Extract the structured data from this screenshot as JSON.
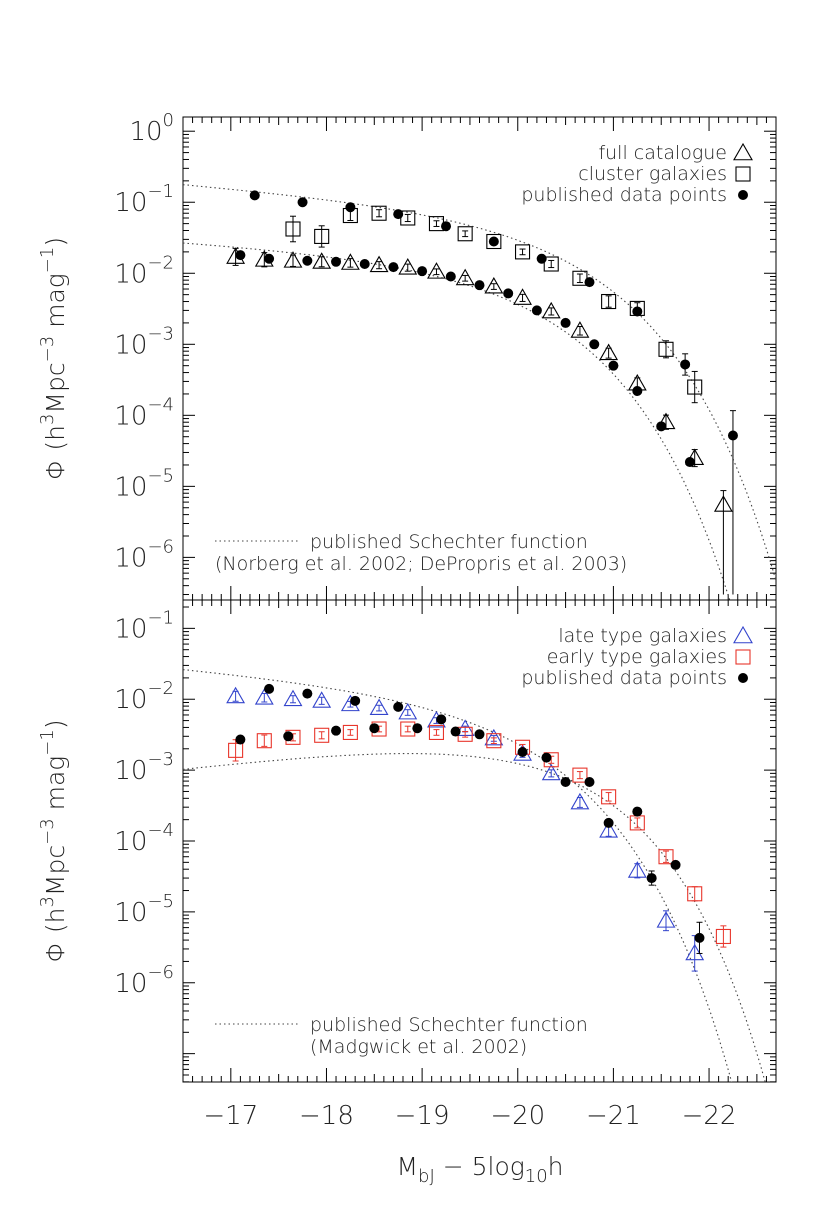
{
  "colors": {
    "axes": "#000000",
    "text": "#222222",
    "published_points": "#000000",
    "late_type": "#3344cc",
    "early_type": "#e8352b",
    "schechter": "#444444"
  },
  "xaxis": {
    "label_parts": [
      "M",
      "bJ",
      " − 5log",
      "10",
      "h"
    ],
    "ticks": [
      {
        "value": -17,
        "label": "−17"
      },
      {
        "value": -18,
        "label": "−18"
      },
      {
        "value": -19,
        "label": "−19"
      },
      {
        "value": -20,
        "label": "−20"
      },
      {
        "value": -21,
        "label": "−21"
      },
      {
        "value": -22,
        "label": "−22"
      }
    ]
  },
  "chart_data": [
    {
      "type": "scatter",
      "panel": "top",
      "xlim": [
        -16.5,
        -22.7
      ],
      "ylim_log10": [
        -6.6,
        0.2
      ],
      "log_y": true,
      "ylabel_parts": [
        "Φ (h",
        "3",
        "Mpc",
        "−3",
        " mag",
        "−1",
        ")"
      ],
      "yticks": [
        {
          "exp": 0,
          "base": "10",
          "sup": "0"
        },
        {
          "exp": -1,
          "base": "10",
          "sup": "−1"
        },
        {
          "exp": -2,
          "base": "10",
          "sup": "−2"
        },
        {
          "exp": -3,
          "base": "10",
          "sup": "−3"
        },
        {
          "exp": -4,
          "base": "10",
          "sup": "−4"
        },
        {
          "exp": -5,
          "base": "10",
          "sup": "−5"
        },
        {
          "exp": -6,
          "base": "10",
          "sup": "−6"
        }
      ],
      "legend": {
        "placement": "top-right",
        "entries": [
          {
            "label": "full catalogue",
            "marker": "triangle"
          },
          {
            "label": "cluster galaxies",
            "marker": "square"
          },
          {
            "label": "published data points",
            "marker": "dot"
          }
        ]
      },
      "note": {
        "placement": "bottom-left",
        "lines": [
          "published Schechter function",
          "(Norberg et al. 2002; DePropris et al. 2003)"
        ]
      },
      "series": [
        {
          "name": "full catalogue",
          "marker": "triangle",
          "color": "#000000",
          "points": [
            {
              "x": -17.05,
              "y": 0.017,
              "err": 0.12
            },
            {
              "x": -17.35,
              "y": 0.0155,
              "err": 0.1
            },
            {
              "x": -17.65,
              "y": 0.015,
              "err": 0.08
            },
            {
              "x": -17.95,
              "y": 0.0145,
              "err": 0.07
            },
            {
              "x": -18.25,
              "y": 0.014,
              "err": 0.06
            },
            {
              "x": -18.55,
              "y": 0.013,
              "err": 0.05
            },
            {
              "x": -18.85,
              "y": 0.012,
              "err": 0.05
            },
            {
              "x": -19.15,
              "y": 0.0105,
              "err": 0.04
            },
            {
              "x": -19.45,
              "y": 0.0085,
              "err": 0.04
            },
            {
              "x": -19.75,
              "y": 0.0065,
              "err": 0.04
            },
            {
              "x": -20.05,
              "y": 0.0045,
              "err": 0.05
            },
            {
              "x": -20.35,
              "y": 0.0029,
              "err": 0.05
            },
            {
              "x": -20.65,
              "y": 0.00155,
              "err": 0.06
            },
            {
              "x": -20.95,
              "y": 0.00075,
              "err": 0.07
            },
            {
              "x": -21.25,
              "y": 0.00028,
              "err": 0.08
            },
            {
              "x": -21.55,
              "y": 8e-05,
              "err": 0.1
            },
            {
              "x": -21.85,
              "y": 2.5e-05,
              "err": 0.12
            },
            {
              "x": -22.15,
              "y": 5.5e-06,
              "err": 0.2,
              "errlow_to": 3e-07
            }
          ]
        },
        {
          "name": "cluster galaxies",
          "marker": "square",
          "color": "#000000",
          "points": [
            {
              "x": -17.65,
              "y": 0.042,
              "err": 0.18
            },
            {
              "x": -17.95,
              "y": 0.033,
              "err": 0.15
            },
            {
              "x": -18.25,
              "y": 0.065,
              "err": 0.07
            },
            {
              "x": -18.55,
              "y": 0.07,
              "err": 0.05
            },
            {
              "x": -18.85,
              "y": 0.06,
              "err": 0.05
            },
            {
              "x": -19.15,
              "y": 0.05,
              "err": 0.04
            },
            {
              "x": -19.45,
              "y": 0.036,
              "err": 0.04
            },
            {
              "x": -19.75,
              "y": 0.028,
              "err": 0.04
            },
            {
              "x": -20.05,
              "y": 0.02,
              "err": 0.04
            },
            {
              "x": -20.35,
              "y": 0.0135,
              "err": 0.05
            },
            {
              "x": -20.65,
              "y": 0.0085,
              "err": 0.06
            },
            {
              "x": -20.95,
              "y": 0.004,
              "err": 0.08
            },
            {
              "x": -21.25,
              "y": 0.0032,
              "err": 0.08
            },
            {
              "x": -21.55,
              "y": 0.00085,
              "err": 0.12
            },
            {
              "x": -21.85,
              "y": 0.00025,
              "err": 0.22
            }
          ]
        },
        {
          "name": "published data points",
          "marker": "dot",
          "color": "#000000",
          "points": [
            {
              "x": -17.25,
              "y": 0.125
            },
            {
              "x": -17.75,
              "y": 0.1
            },
            {
              "x": -18.25,
              "y": 0.085
            },
            {
              "x": -18.75,
              "y": 0.068
            },
            {
              "x": -19.25,
              "y": 0.046
            },
            {
              "x": -19.75,
              "y": 0.028
            },
            {
              "x": -20.25,
              "y": 0.016
            },
            {
              "x": -20.75,
              "y": 0.0075
            },
            {
              "x": -21.25,
              "y": 0.0029
            },
            {
              "x": -21.75,
              "y": 0.00052,
              "err": 0.15
            },
            {
              "x": -22.25,
              "y": 5.2e-05,
              "err": 0.35,
              "errlow_to": 3e-07
            },
            {
              "x": -17.1,
              "y": 0.018
            },
            {
              "x": -17.4,
              "y": 0.016
            },
            {
              "x": -17.8,
              "y": 0.015
            },
            {
              "x": -18.1,
              "y": 0.0145
            },
            {
              "x": -18.4,
              "y": 0.0135
            },
            {
              "x": -18.7,
              "y": 0.0122
            },
            {
              "x": -19.0,
              "y": 0.0107
            },
            {
              "x": -19.3,
              "y": 0.009
            },
            {
              "x": -19.6,
              "y": 0.0068
            },
            {
              "x": -19.9,
              "y": 0.0052
            },
            {
              "x": -20.2,
              "y": 0.003
            },
            {
              "x": -20.5,
              "y": 0.002
            },
            {
              "x": -20.8,
              "y": 0.001
            },
            {
              "x": -21.0,
              "y": 0.0005
            },
            {
              "x": -21.25,
              "y": 0.00022
            },
            {
              "x": -21.5,
              "y": 7e-05
            },
            {
              "x": -21.8,
              "y": 2.2e-05
            }
          ]
        }
      ],
      "curves": [
        {
          "name": "published Schechter function",
          "phi_star": 0.0166,
          "m_star": -19.66,
          "alpha": -1.21,
          "xrange": [
            -16.5,
            -22.7
          ]
        },
        {
          "name": "published Schechter function",
          "phi_star": 0.026,
          "m_star": -20.07,
          "alpha": -1.28,
          "xrange": [
            -16.5,
            -22.7
          ],
          "scale": 3.05
        }
      ]
    },
    {
      "type": "scatter",
      "panel": "bottom",
      "xlim": [
        -16.5,
        -22.7
      ],
      "ylim_log10": [
        -7.4,
        -0.6
      ],
      "log_y": true,
      "ylabel_parts": [
        "Φ (h",
        "3",
        "Mpc",
        "−3",
        " mag",
        "−1",
        ")"
      ],
      "yticks": [
        {
          "exp": -1,
          "base": "10",
          "sup": "−1"
        },
        {
          "exp": -2,
          "base": "10",
          "sup": "−2"
        },
        {
          "exp": -3,
          "base": "10",
          "sup": "−3"
        },
        {
          "exp": -4,
          "base": "10",
          "sup": "−4"
        },
        {
          "exp": -5,
          "base": "10",
          "sup": "−5"
        },
        {
          "exp": -6,
          "base": "10",
          "sup": "−6"
        }
      ],
      "legend": {
        "placement": "top-right",
        "entries": [
          {
            "label": "late type galaxies",
            "marker": "triangle",
            "color": "#3344cc"
          },
          {
            "label": "early type galaxies",
            "marker": "square",
            "color": "#e8352b"
          },
          {
            "label": "published data points",
            "marker": "dot",
            "color": "#000000"
          }
        ]
      },
      "note": {
        "placement": "bottom-left",
        "lines": [
          "published Schechter function",
          "(Madgwick et al. 2002)"
        ]
      },
      "series": [
        {
          "name": "late type galaxies",
          "marker": "triangle",
          "color": "#3344cc",
          "points": [
            {
              "x": -17.05,
              "y": 0.011,
              "err": 0.07
            },
            {
              "x": -17.35,
              "y": 0.0105,
              "err": 0.06
            },
            {
              "x": -17.65,
              "y": 0.01,
              "err": 0.05
            },
            {
              "x": -17.95,
              "y": 0.0095,
              "err": 0.05
            },
            {
              "x": -18.25,
              "y": 0.0085,
              "err": 0.04
            },
            {
              "x": -18.55,
              "y": 0.0075,
              "err": 0.04
            },
            {
              "x": -18.85,
              "y": 0.0065,
              "err": 0.04
            },
            {
              "x": -19.15,
              "y": 0.005,
              "err": 0.04
            },
            {
              "x": -19.45,
              "y": 0.0038,
              "err": 0.04
            },
            {
              "x": -19.75,
              "y": 0.0028,
              "err": 0.04
            },
            {
              "x": -20.05,
              "y": 0.0017,
              "err": 0.05
            },
            {
              "x": -20.35,
              "y": 0.0009,
              "err": 0.05
            },
            {
              "x": -20.65,
              "y": 0.00035,
              "err": 0.07
            },
            {
              "x": -20.95,
              "y": 0.00014,
              "err": 0.08
            },
            {
              "x": -21.25,
              "y": 3.8e-05,
              "err": 0.1
            },
            {
              "x": -21.55,
              "y": 7.5e-06,
              "err": 0.14
            },
            {
              "x": -21.85,
              "y": 2.6e-06,
              "err": 0.25
            }
          ]
        },
        {
          "name": "early type galaxies",
          "marker": "square",
          "color": "#e8352b",
          "points": [
            {
              "x": -17.05,
              "y": 0.0019,
              "err": 0.15
            },
            {
              "x": -17.35,
              "y": 0.0026,
              "err": 0.08
            },
            {
              "x": -17.65,
              "y": 0.0029,
              "err": 0.05
            },
            {
              "x": -17.95,
              "y": 0.0031,
              "err": 0.05
            },
            {
              "x": -18.25,
              "y": 0.0034,
              "err": 0.04
            },
            {
              "x": -18.55,
              "y": 0.0038,
              "err": 0.04
            },
            {
              "x": -18.85,
              "y": 0.0038,
              "err": 0.04
            },
            {
              "x": -19.15,
              "y": 0.0034,
              "err": 0.04
            },
            {
              "x": -19.45,
              "y": 0.0032,
              "err": 0.04
            },
            {
              "x": -19.75,
              "y": 0.0026,
              "err": 0.04
            },
            {
              "x": -20.05,
              "y": 0.0021,
              "err": 0.04
            },
            {
              "x": -20.35,
              "y": 0.0014,
              "err": 0.05
            },
            {
              "x": -20.65,
              "y": 0.00085,
              "err": 0.05
            },
            {
              "x": -20.95,
              "y": 0.00042,
              "err": 0.06
            },
            {
              "x": -21.25,
              "y": 0.00018,
              "err": 0.07
            },
            {
              "x": -21.55,
              "y": 6e-05,
              "err": 0.08
            },
            {
              "x": -21.85,
              "y": 1.8e-05,
              "err": 0.1
            },
            {
              "x": -22.15,
              "y": 4.5e-06,
              "err": 0.15
            }
          ]
        },
        {
          "name": "published data points",
          "marker": "dot",
          "color": "#000000",
          "points": [
            {
              "x": -17.1,
              "y": 0.0027
            },
            {
              "x": -17.4,
              "y": 0.014
            },
            {
              "x": -17.6,
              "y": 0.003
            },
            {
              "x": -17.8,
              "y": 0.012
            },
            {
              "x": -18.1,
              "y": 0.0036
            },
            {
              "x": -18.3,
              "y": 0.0095
            },
            {
              "x": -18.5,
              "y": 0.0039
            },
            {
              "x": -18.75,
              "y": 0.0078
            },
            {
              "x": -18.95,
              "y": 0.0039
            },
            {
              "x": -19.2,
              "y": 0.0052
            },
            {
              "x": -19.35,
              "y": 0.0035
            },
            {
              "x": -19.6,
              "y": 0.0032
            },
            {
              "x": -20.05,
              "y": 0.0018
            },
            {
              "x": -20.3,
              "y": 0.0015
            },
            {
              "x": -20.5,
              "y": 0.00068
            },
            {
              "x": -20.75,
              "y": 0.00068
            },
            {
              "x": -20.95,
              "y": 0.00018
            },
            {
              "x": -21.25,
              "y": 0.00026
            },
            {
              "x": -21.4,
              "y": 3e-05,
              "err": 0.1
            },
            {
              "x": -21.65,
              "y": 4.6e-05
            },
            {
              "x": -21.9,
              "y": 4.3e-06,
              "err": 0.22
            }
          ]
        }
      ],
      "curves": [
        {
          "name": "published Schechter function",
          "phi_star": 0.013,
          "m_star": -19.55,
          "alpha": -1.3,
          "xrange": [
            -16.5,
            -22.7
          ]
        },
        {
          "name": "published Schechter function",
          "phi_star": 0.004,
          "m_star": -19.85,
          "alpha": -0.6,
          "xrange": [
            -16.5,
            -22.7
          ]
        }
      ]
    }
  ]
}
